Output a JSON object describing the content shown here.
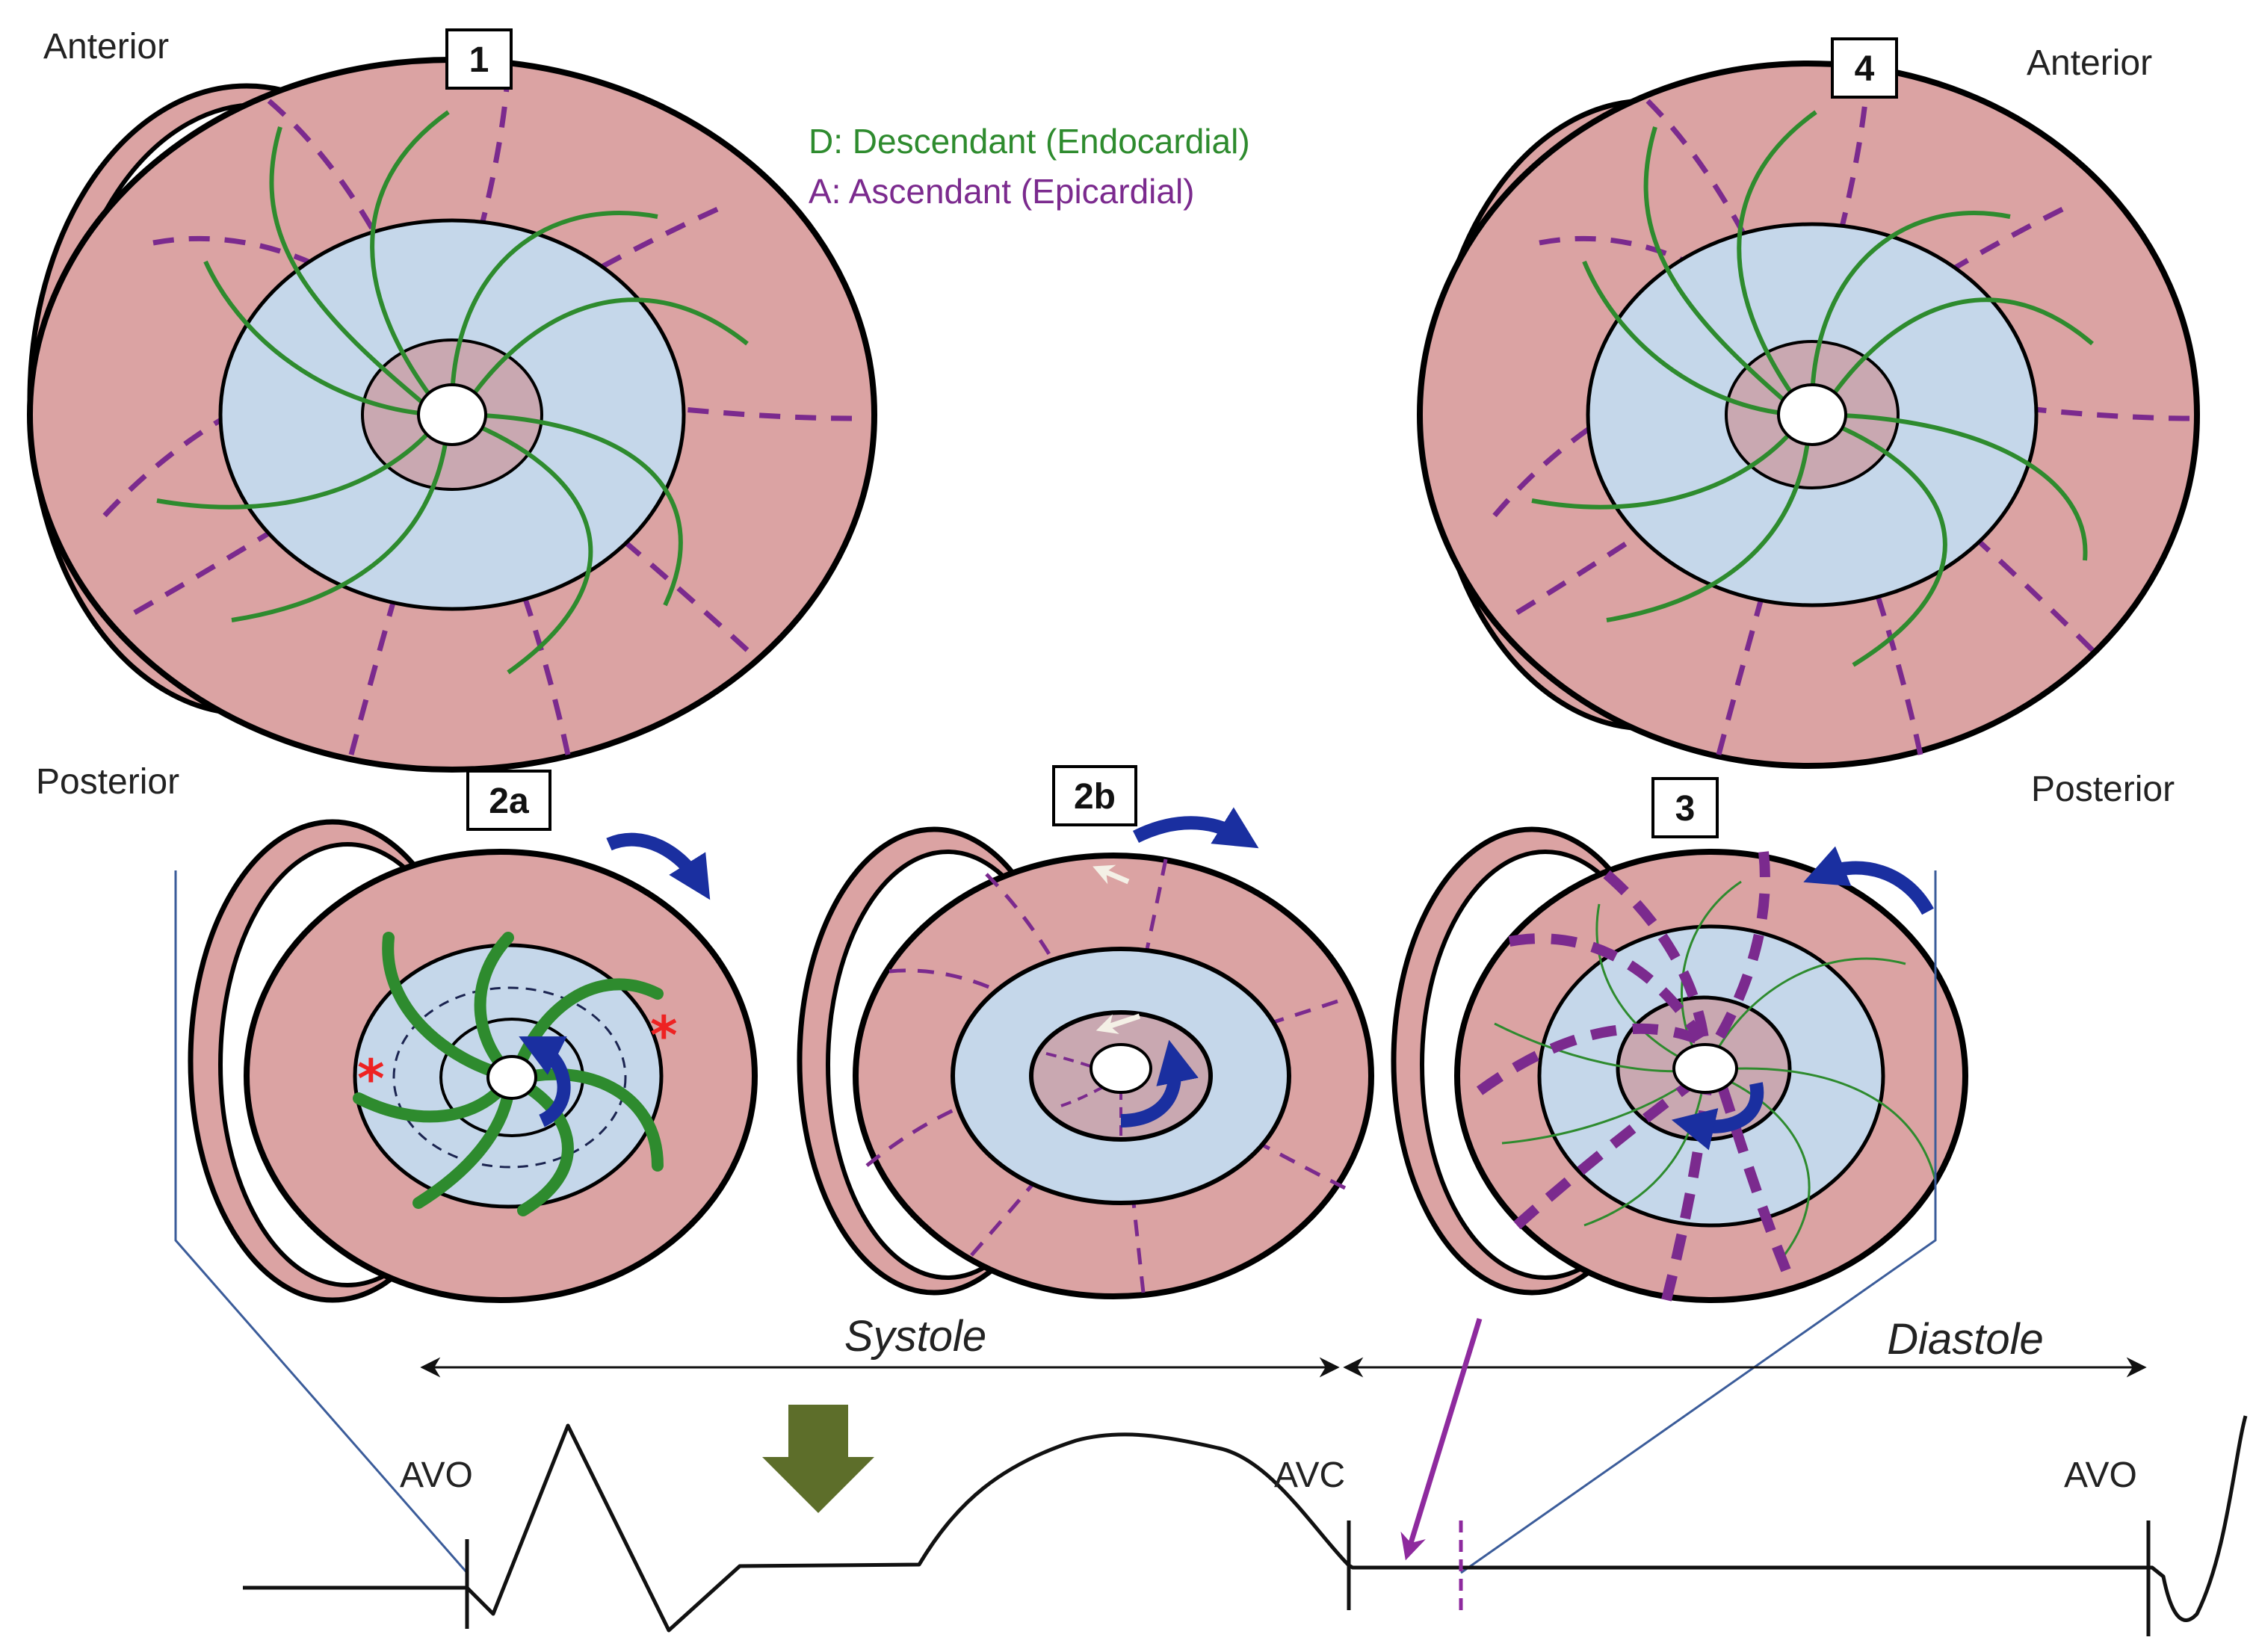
{
  "orientation": {
    "anterior_left": "Anterior",
    "anterior_right": "Anterior",
    "posterior_left": "Posterior",
    "posterior_right": "Posterior"
  },
  "legend": {
    "descendant": "D: Descendant (Endocardial)",
    "ascendant": "A: Ascendant (Epicardial)"
  },
  "panels": {
    "p1": "1",
    "p2a": "2a",
    "p2b": "2b",
    "p3": "3",
    "p4": "4"
  },
  "phases": {
    "systole": "Systole",
    "diastole": "Diastole"
  },
  "ecg": {
    "avo_left": "AVO",
    "avc": "AVC",
    "avo_right": "AVO"
  },
  "markers": {
    "star": "*"
  },
  "colors": {
    "muscle": "#dba3a3",
    "inner": "#c5d7ea",
    "core": "#c9a8b1",
    "descendant": "#2e8b2e",
    "ascendant": "#7b2a8e",
    "rotation_arrow": "#1a2fa0",
    "down_arrow": "#5d6e2a",
    "star": "#ee2222",
    "guide_line": "#3b5c9a"
  },
  "icons": {
    "rotation": "curved-arrow-icon",
    "compression": "down-arrow-icon"
  }
}
